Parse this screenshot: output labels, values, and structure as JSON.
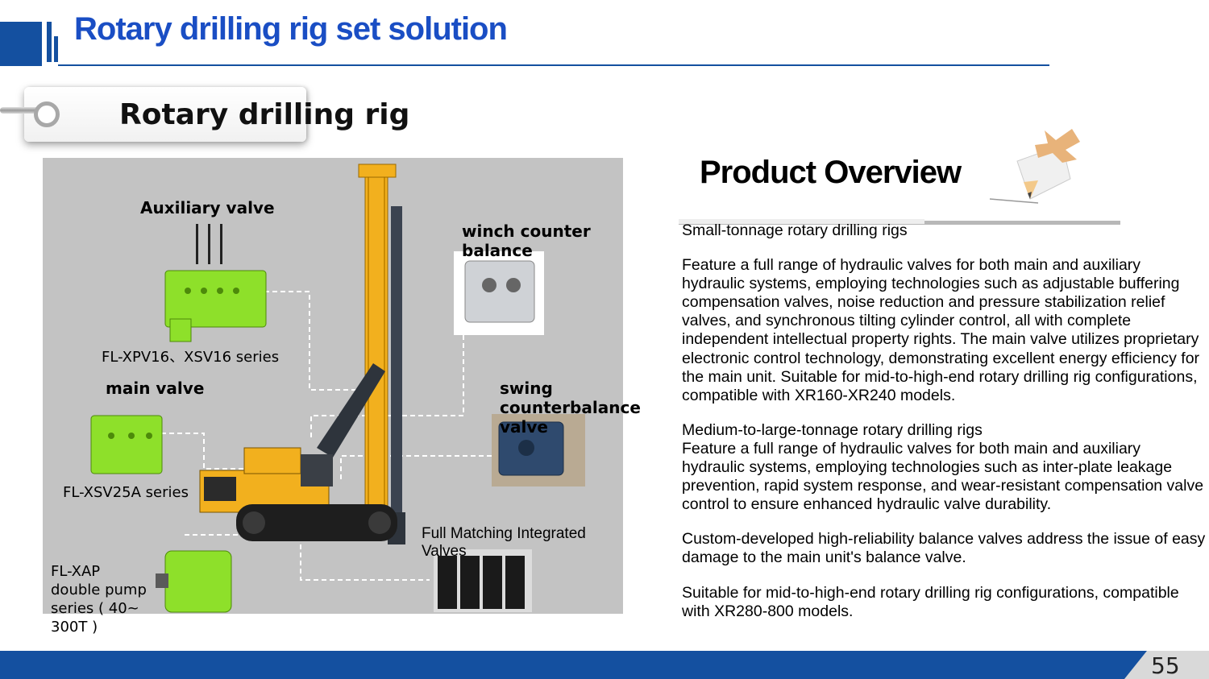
{
  "header": {
    "title": "Rotary drilling rig set solution"
  },
  "section": {
    "tag_title": "Rotary drilling rig"
  },
  "diagram": {
    "labels": {
      "auxiliary_valve": "Auxiliary valve",
      "aux_series": "FL-XPV16、XSV16 series",
      "main_valve": "main valve",
      "main_series": "FL-XSV25A series",
      "pump_series": "FL-XAP double pump series ( 40~ 300T )",
      "winch": "winch counter balance",
      "swing": "swing counterbalance valve",
      "integrated": "Full Matching Integrated Valves"
    }
  },
  "overview": {
    "title": "Product Overview",
    "p1": "Small-tonnage rotary drilling rigs",
    "p2": "Feature a full range of hydraulic valves for both main and auxiliary hydraulic systems, employing technologies such as adjustable buffering compensation valves, noise reduction and pressure stabilization relief valves, and synchronous tilting cylinder control, all with complete independent intellectual property rights. The main valve utilizes proprietary electronic control technology, demonstrating excellent energy efficiency for the main unit. Suitable for mid-to-high-end rotary drilling rig configurations, compatible with XR160-XR240 models.",
    "p3": "Medium-to-large-tonnage rotary drilling rigs",
    "p4": "Feature a full range of hydraulic valves for both main and auxiliary hydraulic systems, employing technologies such as inter-plate leakage prevention, rapid system response, and wear-resistant compensation valve control to ensure enhanced hydraulic valve durability.",
    "p5": "Custom-developed high-reliability balance valves address the issue of easy damage to the main unit's balance valve.",
    "p6": "Suitable for mid-to-high-end rotary drilling rig configurations, compatible with XR280-800 models."
  },
  "footer": {
    "page_number": "55"
  },
  "colors": {
    "brand_blue": "#1450a0",
    "title_blue": "#1a4ec4",
    "valve_green": "#8ee02a",
    "rig_yellow": "#f2b01e"
  }
}
